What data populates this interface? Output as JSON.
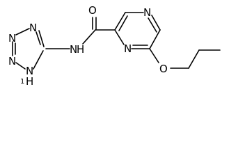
{
  "molecule": {
    "atoms": {
      "oxygen_carbonyl": "O",
      "nitrogen_amide": "N",
      "hydrogen_amide": "H",
      "nitrogen_pyrazine_top": "N",
      "nitrogen_pyrazine_bottom": "N",
      "oxygen_ether": "O",
      "nitrogen_tetrazole_1": "N",
      "nitrogen_tetrazole_2": "N",
      "nitrogen_tetrazole_3": "N",
      "nitrogen_tetrazole_nh": "N",
      "hydrogen_tetrazole": "H",
      "hydrogen_tetrazole_locant": "1"
    },
    "colors": {
      "bond": "#000000",
      "label": "#000000",
      "background": "#ffffff"
    }
  }
}
